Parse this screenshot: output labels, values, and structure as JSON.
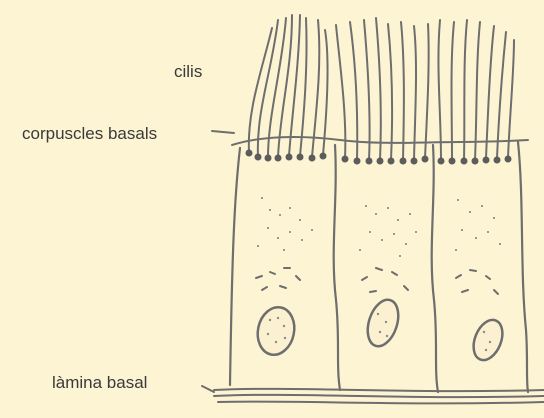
{
  "labels": {
    "cilia": "cilis",
    "basal_bodies": "corpuscles basals",
    "basal_lamina": "làmina basal"
  },
  "colors": {
    "background": "#fdf4d3",
    "ink": "#6e6e6e",
    "text": "#3a3a3a"
  }
}
